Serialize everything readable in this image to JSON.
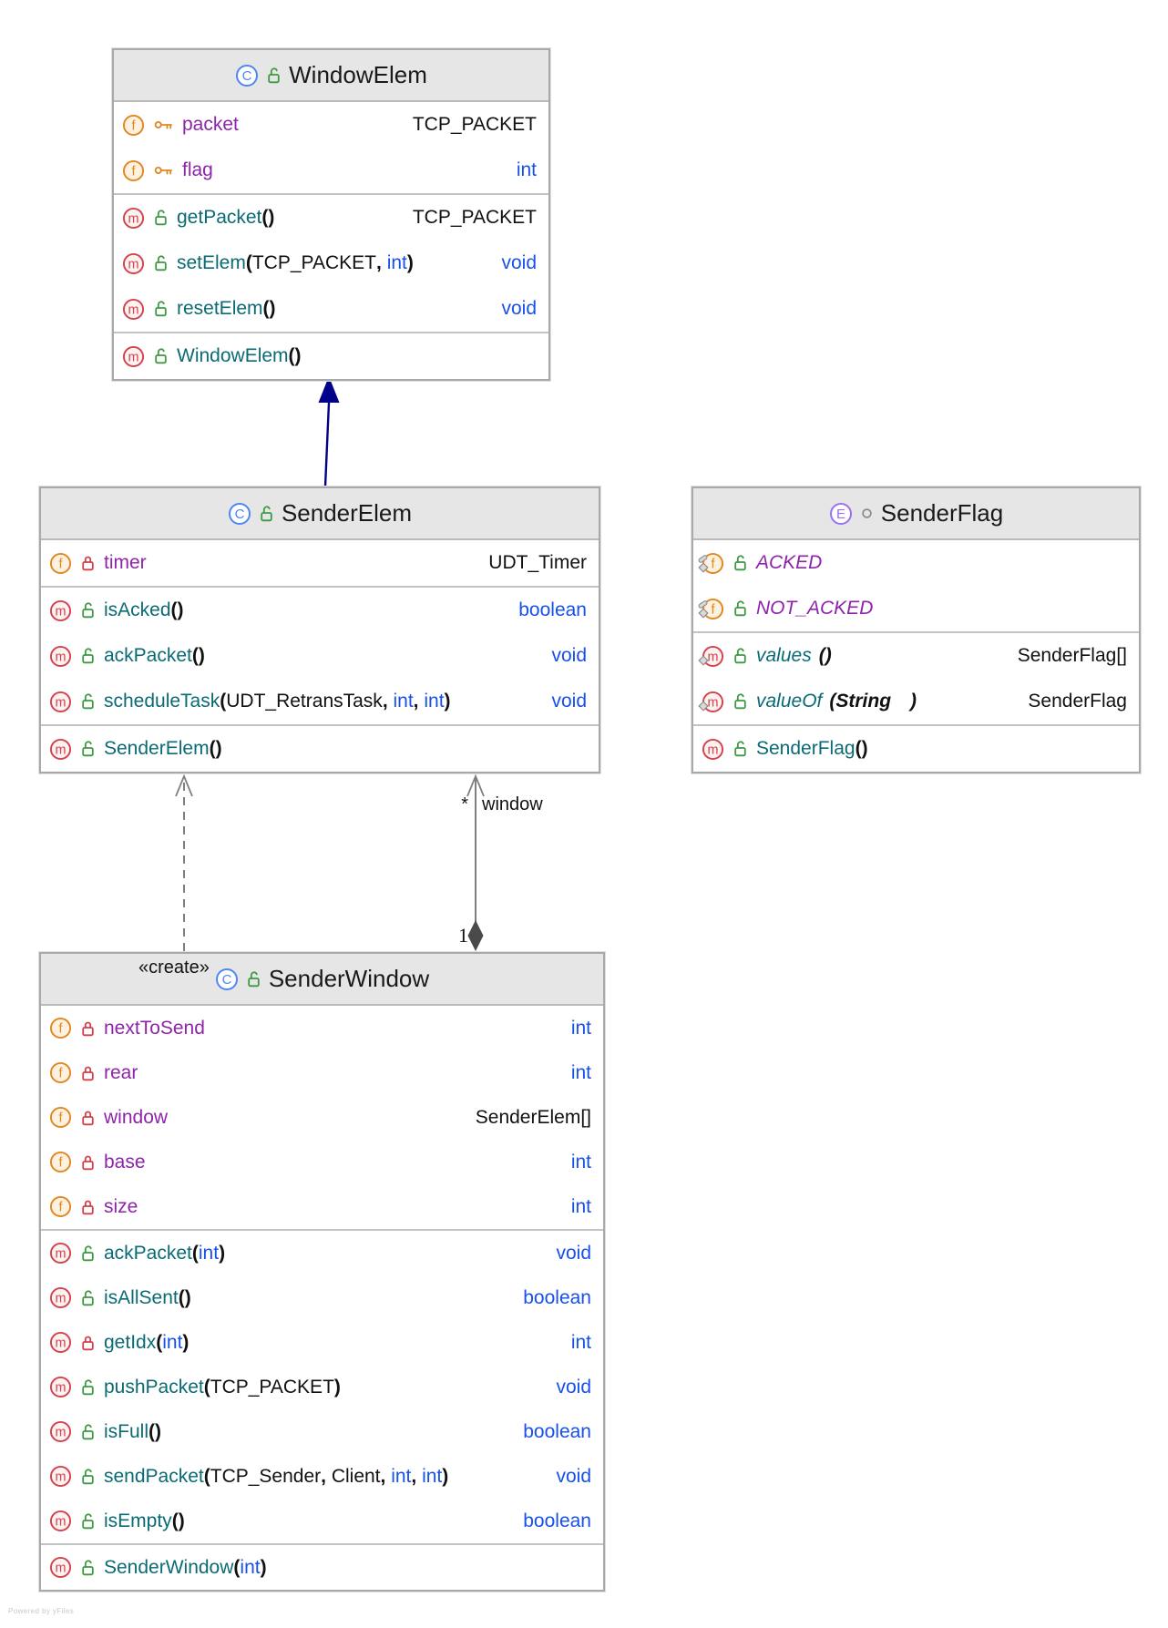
{
  "diagram": {
    "edge_labels": {
      "create": "«create»",
      "window_multiplicity": "*",
      "window_name": "window",
      "composition_multiplicity": "1"
    },
    "watermark": "Powered by yFiles"
  },
  "colors": {
    "field_name": "#8e24aa",
    "method_name": "#0a6b74",
    "keyword": "#1750eb",
    "plain_type": "#111111",
    "class_icon": "#4e86f7",
    "enum_icon": "#9b6ef3",
    "field_icon": "#e2861f",
    "method_icon": "#d5404a",
    "public_lock": "#3d9a42",
    "private_lock": "#d5404a",
    "inheritance_edge": "#00008b",
    "dependency_edge": "#7f7f7f",
    "header_bg": "#e6e6e6"
  },
  "classes": [
    {
      "id": "WindowElem",
      "kind": "class",
      "icon_letter": "C",
      "visibility": "public",
      "title": "WindowElem",
      "sections": [
        {
          "name": "fields",
          "rows": [
            {
              "member": "field",
              "visibility": "key",
              "name": "packet",
              "type": "TCP_PACKET",
              "type_kw": false
            },
            {
              "member": "field",
              "visibility": "key",
              "name": "flag",
              "type": "int",
              "type_kw": true
            }
          ]
        },
        {
          "name": "methods",
          "rows": [
            {
              "member": "method",
              "visibility": "public",
              "name": "getPacket",
              "params": [],
              "type": "TCP_PACKET",
              "type_kw": false
            },
            {
              "member": "method",
              "visibility": "public",
              "name": "setElem",
              "params": [
                {
                  "t": "TCP_PACKET",
                  "kw": false
                },
                {
                  "t": "int",
                  "kw": true
                }
              ],
              "type": "void",
              "type_kw": true
            },
            {
              "member": "method",
              "visibility": "public",
              "name": "resetElem",
              "params": [],
              "type": "void",
              "type_kw": true
            }
          ]
        },
        {
          "name": "constructors",
          "rows": [
            {
              "member": "method",
              "visibility": "public",
              "name": "WindowElem",
              "params": [],
              "type": ""
            }
          ]
        }
      ]
    },
    {
      "id": "SenderElem",
      "kind": "class",
      "icon_letter": "C",
      "visibility": "public",
      "title": "SenderElem",
      "sections": [
        {
          "name": "fields",
          "rows": [
            {
              "member": "field",
              "visibility": "private",
              "name": "timer",
              "type": "UDT_Timer",
              "type_kw": false
            }
          ]
        },
        {
          "name": "methods",
          "rows": [
            {
              "member": "method",
              "visibility": "public",
              "name": "isAcked",
              "params": [],
              "type": "boolean",
              "type_kw": true
            },
            {
              "member": "method",
              "visibility": "public",
              "name": "ackPacket",
              "params": [],
              "type": "void",
              "type_kw": true
            },
            {
              "member": "method",
              "visibility": "public",
              "name": "scheduleTask",
              "params": [
                {
                  "t": "UDT_RetransTask",
                  "kw": false
                },
                {
                  "t": "int",
                  "kw": true
                },
                {
                  "t": "int",
                  "kw": true
                }
              ],
              "type": "void",
              "type_kw": true
            }
          ]
        },
        {
          "name": "constructors",
          "rows": [
            {
              "member": "method",
              "visibility": "public",
              "name": "SenderElem",
              "params": [],
              "type": ""
            }
          ]
        }
      ]
    },
    {
      "id": "SenderFlag",
      "kind": "enum",
      "icon_letter": "E",
      "visibility": "package",
      "title": "SenderFlag",
      "sections": [
        {
          "name": "constants",
          "rows": [
            {
              "member": "field",
              "visibility": "public",
              "static": true,
              "final": true,
              "italic": true,
              "name": "ACKED",
              "type": ""
            },
            {
              "member": "field",
              "visibility": "public",
              "static": true,
              "final": true,
              "italic": true,
              "name": "NOT_ACKED",
              "type": ""
            }
          ]
        },
        {
          "name": "methods",
          "rows": [
            {
              "member": "method",
              "visibility": "public",
              "static": true,
              "italic": true,
              "name": "values",
              "name_gap": true,
              "params_plain": "()",
              "type": "SenderFlag[]",
              "type_kw": false
            },
            {
              "member": "method",
              "visibility": "public",
              "static": true,
              "italic": true,
              "name": "valueOf",
              "name_gap": true,
              "params_plain": "(String  )",
              "type": "SenderFlag",
              "type_kw": false
            }
          ]
        },
        {
          "name": "constructors",
          "rows": [
            {
              "member": "method",
              "visibility": "public",
              "name": "SenderFlag",
              "params": [],
              "type": ""
            }
          ]
        }
      ]
    },
    {
      "id": "SenderWindow",
      "kind": "class",
      "icon_letter": "C",
      "visibility": "public",
      "title": "SenderWindow",
      "sections": [
        {
          "name": "fields",
          "rows": [
            {
              "member": "field",
              "visibility": "private",
              "name": "nextToSend",
              "type": "int",
              "type_kw": true
            },
            {
              "member": "field",
              "visibility": "private",
              "name": "rear",
              "type": "int",
              "type_kw": true
            },
            {
              "member": "field",
              "visibility": "private",
              "name": "window",
              "type": "SenderElem[]",
              "type_kw": false
            },
            {
              "member": "field",
              "visibility": "private",
              "name": "base",
              "type": "int",
              "type_kw": true
            },
            {
              "member": "field",
              "visibility": "private",
              "name": "size",
              "type": "int",
              "type_kw": true
            }
          ]
        },
        {
          "name": "methods",
          "rows": [
            {
              "member": "method",
              "visibility": "public",
              "name": "ackPacket",
              "params": [
                {
                  "t": "int",
                  "kw": true
                }
              ],
              "type": "void",
              "type_kw": true
            },
            {
              "member": "method",
              "visibility": "public",
              "name": "isAllSent",
              "params": [],
              "type": "boolean",
              "type_kw": true
            },
            {
              "member": "method",
              "visibility": "private",
              "name": "getIdx",
              "params": [
                {
                  "t": "int",
                  "kw": true
                }
              ],
              "type": "int",
              "type_kw": true
            },
            {
              "member": "method",
              "visibility": "public",
              "name": "pushPacket",
              "params": [
                {
                  "t": "TCP_PACKET",
                  "kw": false
                }
              ],
              "type": "void",
              "type_kw": true
            },
            {
              "member": "method",
              "visibility": "public",
              "name": "isFull",
              "params": [],
              "type": "boolean",
              "type_kw": true
            },
            {
              "member": "method",
              "visibility": "public",
              "name": "sendPacket",
              "params": [
                {
                  "t": "TCP_Sender",
                  "kw": false
                },
                {
                  "t": "Client",
                  "kw": false
                },
                {
                  "t": "int",
                  "kw": true
                },
                {
                  "t": "int",
                  "kw": true
                }
              ],
              "type": "void",
              "type_kw": true
            },
            {
              "member": "method",
              "visibility": "public",
              "name": "isEmpty",
              "params": [],
              "type": "boolean",
              "type_kw": true
            }
          ]
        },
        {
          "name": "constructors",
          "rows": [
            {
              "member": "method",
              "visibility": "public",
              "name": "SenderWindow",
              "params": [
                {
                  "t": "int",
                  "kw": true
                }
              ],
              "type": ""
            }
          ]
        }
      ]
    }
  ]
}
